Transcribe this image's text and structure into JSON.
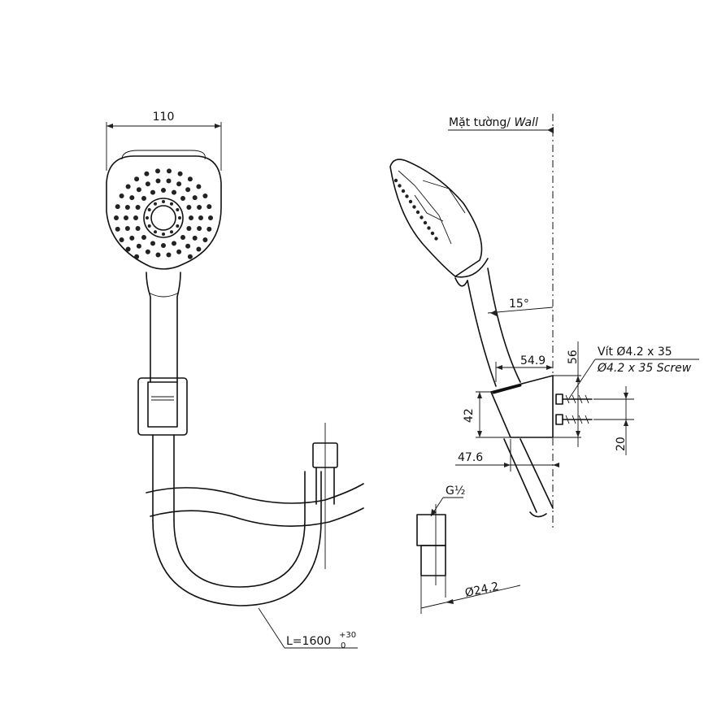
{
  "front_view": {
    "width_label": "110",
    "hose_length_label": "L=1600",
    "hose_tolerance_upper": "+30",
    "hose_tolerance_lower": "0"
  },
  "side_view": {
    "wall_label_vi": "Mặt tường/ ",
    "wall_label_en": "Wall",
    "angle_label": "15°",
    "depth_label": "54.9",
    "holder_height_label": "56",
    "screw_label_vi": "Vít Ø4.2 x 35",
    "screw_label_en": "Ø4.2 x 35 Screw",
    "bracket_height_label": "42",
    "screw_spacing_label": "20",
    "bottom_depth_label": "47.6"
  },
  "connector": {
    "thread_label": "G½",
    "diameter_label": "Ø24.2"
  }
}
